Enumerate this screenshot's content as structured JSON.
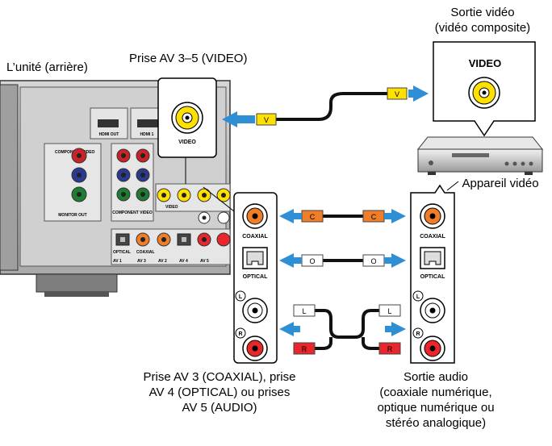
{
  "labels": {
    "unit_rear": "L’unité (arrière)",
    "av_3_5_video": "Prise AV 3–5 (VIDEO)",
    "video_out_line1": "Sortie vidéo",
    "video_out_line2": "(vidéo composite)",
    "video_device": "Appareil vidéo",
    "input_caption_line1": "Prise AV 3 (COAXIAL), prise",
    "input_caption_line2": "AV 4 (OPTICAL) ou prises",
    "input_caption_line3": "AV 5 (AUDIO)",
    "audio_out_line1": "Sortie audio",
    "audio_out_line2": "(coaxiale numérique,",
    "audio_out_line3": "optique numérique ou",
    "audio_out_line4": "stéréo analogique)"
  },
  "jacks": {
    "video": "VIDEO",
    "coaxial": "COAXIAL",
    "optical": "OPTICAL",
    "left": "L",
    "right": "R"
  },
  "plugs": {
    "video": "V",
    "coaxial": "C",
    "optical": "O",
    "left": "L",
    "right": "R"
  },
  "panel_text": {
    "hdmi_out": "HDMI OUT",
    "hdmi1": "HDMI 1",
    "component_video": "COMPONENT VIDEO",
    "monitor_out": "MONITOR OUT",
    "video": "VIDEO",
    "optical": "OPTICAL",
    "coaxial": "COAXIAL",
    "av1": "AV 1",
    "av2": "AV 2",
    "av3": "AV 3",
    "av4": "AV 4",
    "av5": "AV 5"
  },
  "colors": {
    "video_yellow": "#ffe100",
    "coax_orange": "#f07d28",
    "audio_red": "#e8262b",
    "audio_white": "#ffffff",
    "arrow_blue": "#2f8fd4",
    "cable": "#111111",
    "panel_gray": "#c8c8c8"
  }
}
